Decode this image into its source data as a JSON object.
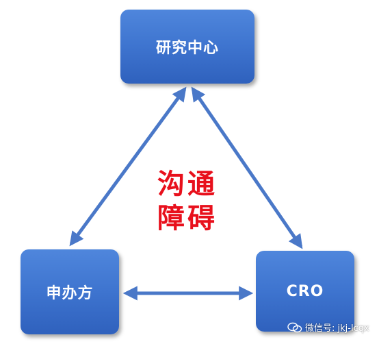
{
  "nodes": {
    "top": "研究中心",
    "left": "申办方",
    "right": "CRO"
  },
  "center_text": {
    "line1": "沟通",
    "line2": "障碍"
  },
  "watermark": "微信号: jkj-lcqx",
  "colors": {
    "node_fill": "#3e74cf",
    "arrow": "#4a78c8",
    "center_text": "#e8101c"
  }
}
